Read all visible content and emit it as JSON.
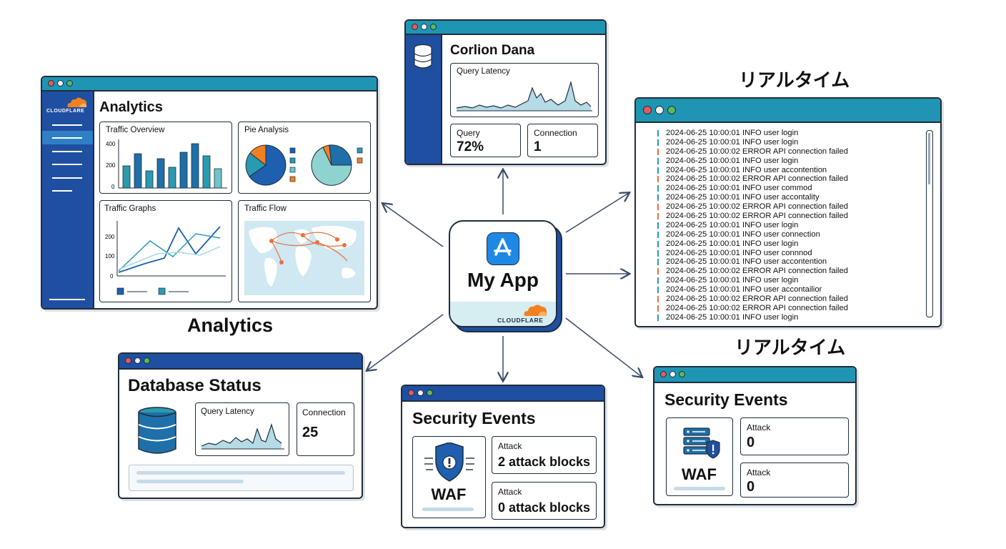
{
  "center": {
    "title": "My App",
    "brand": "CLOUDFLARE"
  },
  "floating_labels": {
    "analytics": "Analytics",
    "realtime_top": "リアルタイム",
    "realtime_bottom": "リアルタイム"
  },
  "analytics_window": {
    "brand": "CLOUDFLARE",
    "title": "Analytics",
    "traffic_overview": {
      "title": "Traffic Overview",
      "ticks": [
        "400",
        "200",
        "0"
      ]
    },
    "pie_analysis": {
      "title": "Pie Analysis"
    },
    "traffic_graphs": {
      "title": "Traffic Graphs",
      "ticks": [
        "200",
        "100",
        "0"
      ]
    },
    "traffic_flow": {
      "title": "Traffic Flow"
    }
  },
  "corlion_window": {
    "title": "Corlion Dana",
    "latency_title": "Query Latency",
    "query_label": "Query",
    "query_value": "72%",
    "connection_label": "Connection",
    "connection_value": "1"
  },
  "log_window": {
    "lines": [
      "2024-06-25 10:00:01 INFO user login",
      "2024-06-25 10:00:01 INFO user login",
      "2024-06-25 10:00:02 ERROR API connection failed",
      "2024-06-25 10:00:01 INFO user login",
      "2024-06-25 10:00:01 INFO user accontention",
      "2024-06-25 10:00:02 ERROR API connection failed",
      "2024-06-25 10:00:01 INFO user commod",
      "2024-06-25 10:00:01 INFO user accontality",
      "2024-06-25 10:00:02 ERROR API connection failed",
      "2024-06-25 10:00:02 ERROR API connection failed",
      "2024-06-25 10:00:01 INFO user login",
      "2024-06-25 10:00:01 INFO user connection",
      "2024-06-25 10:00:01 INFO user login",
      "2024-06-25 10:00:01 INFO user connnod",
      "2024-06-25 10:00:01 INFO user accontention",
      "2024-06-25 10:00:02 ERROR API connection failed",
      "2024-06-25 10:00:01 INFO user login",
      "2024-06-25 10:00:01 INFO user accontailior",
      "2024-06-25 10:00:02 ERROR API connection failed",
      "2024-06-25 10:00:02 ERROR API connection failed",
      "2024-06-25 10:00:01 INFO user login"
    ]
  },
  "db_window": {
    "title": "Database Status",
    "latency_title": "Query Latency",
    "connection_label": "Connection",
    "connection_value": "25"
  },
  "security_center": {
    "title": "Security Events",
    "waf": "WAF",
    "attack1_label": "Attack",
    "attack1_value": "2 attack blocks",
    "attack2_label": "Attack",
    "attack2_value": "0 attack blocks"
  },
  "security_right": {
    "title": "Security Events",
    "waf": "WAF",
    "attack1_label": "Attack",
    "attack1_value": "0",
    "attack2_label": "Attack",
    "attack2_value": "0"
  },
  "colors": {
    "accent": "#1f95b3",
    "dark_blue": "#1f4fa0",
    "orange": "#f38020",
    "outline": "#1f2d3d"
  }
}
